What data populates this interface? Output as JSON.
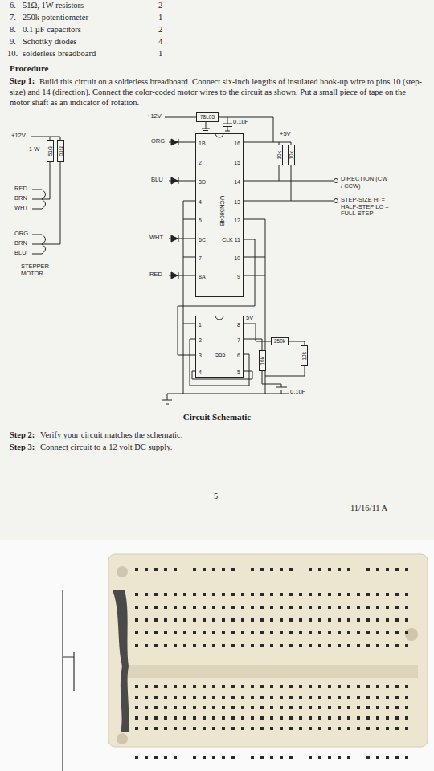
{
  "diagram": {
    "title": "Procedure",
    "caption": "Circuit Schematic",
    "nodes": [
      {
        "text": [
          "78L05"
        ]
      },
      {
        "text": [
          "UCN5804B",
          "1B",
          "2",
          "3D",
          "4",
          "5",
          "6C",
          "7",
          "8A",
          "16",
          "15",
          "14",
          "13",
          "12",
          "CLK 11",
          "10",
          "9"
        ]
      },
      {
        "text": [
          "555",
          "1",
          "2",
          "3",
          "4",
          "8",
          "7",
          "6",
          "5"
        ]
      },
      {
        "text": [
          "51Ω"
        ]
      },
      {
        "text": [
          "51Ω"
        ]
      },
      {
        "text": [
          "10k"
        ]
      },
      {
        "text": [
          "10k"
        ]
      },
      {
        "text": [
          "250k"
        ]
      },
      {
        "text": [
          "10k"
        ]
      },
      {
        "text": [
          "10k"
        ]
      }
    ],
    "edges": [
      {
        "from": 2,
        "to": 1,
        "arrow": "none"
      }
    ],
    "labels": [
      "6.",
      "51Ω, 1W resistors",
      "2",
      "7.",
      "250k potentiometer",
      "1",
      "8.",
      "0.1 µF capacitors",
      "2",
      "9.",
      "Schottky diodes",
      "4",
      "10.",
      "solderless breadboard",
      "1",
      "Step 1:",
      "Build this circuit on a solderless breadboard. Connect six-inch lengths of insulated hook-up wire to pins 10 (step-size) and 14 (direction). Connect the color-coded motor wires to the circuit as shown. Put a small piece of tape on the motor shaft as an indicator of rotation.",
      "+12V",
      "0.1uF",
      "+5V",
      "+12V",
      "1 W",
      "RED",
      "BRN",
      "WHT",
      "ORG",
      "BRN",
      "BLU",
      "STEPPER MOTOR",
      "ORG",
      "BLU",
      "WHT",
      "RED",
      "DIRECTION (CW / CCW)",
      "STEP-SIZE HI = HALF-STEP LO = FULL-STEP",
      "5V",
      "0.1uF",
      "Step 2:",
      "Verify your circuit matches the schematic.",
      "Step 3:",
      "Connect circuit to a 12 volt DC supply.",
      "5",
      "11/16/11 A"
    ]
  }
}
